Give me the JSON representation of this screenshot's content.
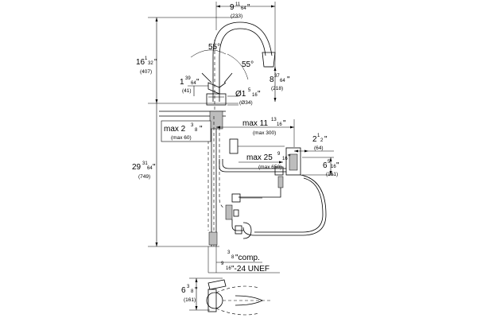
{
  "dimensions": {
    "top_width": {
      "whole": "9",
      "num": "11",
      "den": "64",
      "unit": "\"",
      "metric": "(233)"
    },
    "total_height_upper": {
      "whole": "16",
      "num": "1",
      "den": "32",
      "unit": "\"",
      "metric": "(407)"
    },
    "angle_left": "55°",
    "angle_right": "55°",
    "spout_height": {
      "whole": "8",
      "num": "37",
      "den": "64",
      "unit": "\"",
      "metric": "(218)"
    },
    "lever_height": {
      "whole": "1",
      "num": "39",
      "den": "64",
      "unit": "\"",
      "metric": "(41)"
    },
    "hole_diameter": {
      "prefix": "Ø1",
      "num": "5",
      "den": "16",
      "unit": "\"",
      "metric": "(Ø34)"
    },
    "max_deck": {
      "prefix": "max 2",
      "num": "3",
      "den": "8",
      "unit": "\"",
      "metric": "(max 60)"
    },
    "max_reach": {
      "prefix": "max 11",
      "num": "13",
      "den": "16",
      "unit": "\"",
      "metric": "(max 300)"
    },
    "offset": {
      "whole": "2",
      "num": "1",
      "den": "2",
      "unit": "\"",
      "metric": "(64)"
    },
    "max_hose": {
      "prefix": "max 25",
      "num": "9",
      "den": "16",
      "unit": "\"",
      "metric": "(max 650)"
    },
    "box_height": {
      "whole": "6",
      "num": "5",
      "den": "16",
      "unit": "\"",
      "metric": "(161)"
    },
    "total_height": {
      "whole": "29",
      "num": "31",
      "den": "64",
      "unit": "\"",
      "metric": "(749)"
    },
    "comp": {
      "num": "3",
      "den": "8",
      "text": "\"comp."
    },
    "unef": {
      "num": "9",
      "den": "16",
      "text": "\"-24 UNEF"
    },
    "bottom_dim": {
      "whole": "6",
      "num": "3",
      "den": "8",
      "unit": "\"",
      "metric": "(161)"
    }
  }
}
